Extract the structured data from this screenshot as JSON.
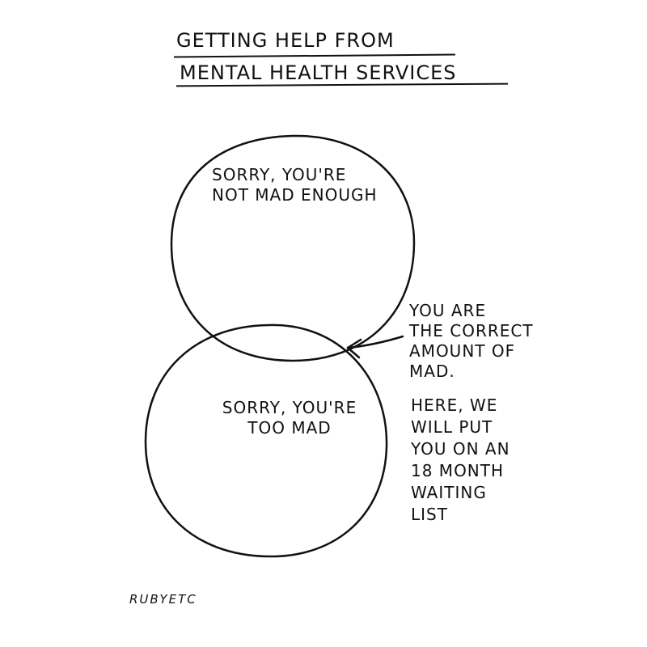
{
  "title": {
    "line1": "GETTING HELP FROM",
    "line2": "MENTAL HEALTH SERVICES"
  },
  "diagram": {
    "top_circle_text": "SORRY, YOU'RE\nNOT MAD ENOUGH",
    "bottom_circle_text": "SORRY, YOU'RE\nTOO MAD",
    "intersection_label": "YOU ARE\nTHE CORRECT\nAMOUNT OF\nMAD.",
    "intersection_followup": "HERE, WE\nWILL PUT\nYOU ON AN\n18 MONTH\nWAITING\nLIST"
  },
  "signature": "RUBYETC",
  "colors": {
    "ink": "#111111",
    "paper": "#ffffff"
  }
}
